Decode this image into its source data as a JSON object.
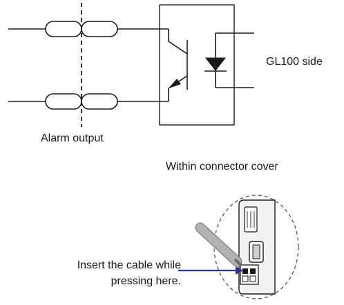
{
  "labels": {
    "device_side": "GL100 side",
    "alarm_output": "Alarm output",
    "connector_cover": "Within connector cover",
    "instruction_line1": "Insert the cable while",
    "instruction_line2": "pressing here."
  },
  "colors": {
    "line": "#1a1a1a",
    "arrow": "#2e3192",
    "tool": "#a8a8a8",
    "background": "#ffffff"
  },
  "icons": {
    "phototransistor": "npn-phototransistor-icon",
    "led": "led-diode-icon",
    "connector": "connector-detail-icon",
    "tool": "screwdriver-icon"
  }
}
